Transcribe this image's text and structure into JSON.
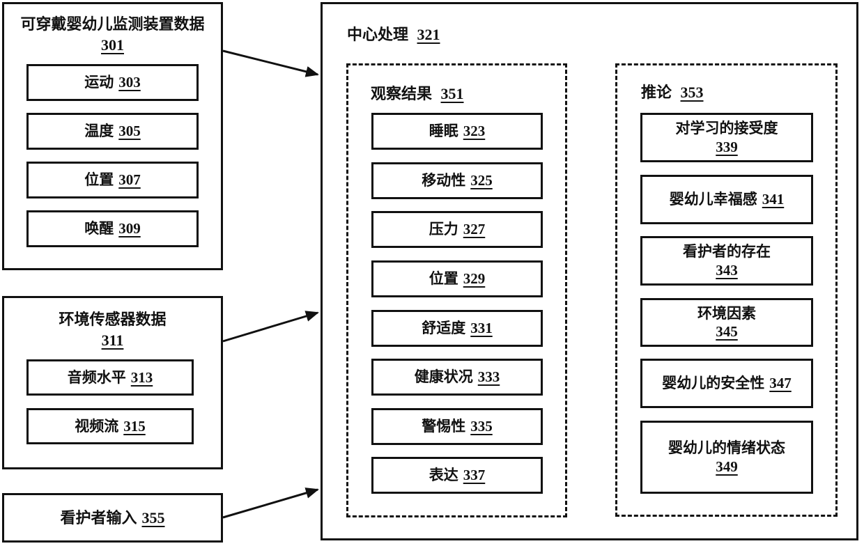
{
  "colors": {
    "ink": "#111111",
    "background": "#ffffff"
  },
  "diagram": {
    "wearable": {
      "title": "可穿戴婴幼儿监测装置数据",
      "num": "301",
      "items": [
        {
          "text": "运动",
          "num": "303"
        },
        {
          "text": "温度",
          "num": "305"
        },
        {
          "text": "位置",
          "num": "307"
        },
        {
          "text": "唤醒",
          "num": "309"
        }
      ]
    },
    "environment": {
      "title": "环境传感器数据",
      "num": "311",
      "items": [
        {
          "text": "音频水平",
          "num": "313"
        },
        {
          "text": "视频流",
          "num": "315"
        }
      ]
    },
    "caregiver_input": {
      "text": "看护者输入",
      "num": "355"
    },
    "central": {
      "title": "中心处理",
      "num": "321",
      "observations": {
        "title": "观察结果",
        "num": "351",
        "items": [
          {
            "text": "睡眠",
            "num": "323"
          },
          {
            "text": "移动性",
            "num": "325"
          },
          {
            "text": "压力",
            "num": "327"
          },
          {
            "text": "位置",
            "num": "329"
          },
          {
            "text": "舒适度",
            "num": "331"
          },
          {
            "text": "健康状况",
            "num": "333"
          },
          {
            "text": "警惕性",
            "num": "335"
          },
          {
            "text": "表达",
            "num": "337"
          }
        ]
      },
      "inferences": {
        "title": "推论",
        "num": "353",
        "items": [
          {
            "text": "对学习的接受度",
            "num": "339"
          },
          {
            "text": "婴幼儿幸福感",
            "num": "341"
          },
          {
            "text": "看护者的存在",
            "num": "343"
          },
          {
            "text": "环境因素",
            "num": "345"
          },
          {
            "text": "婴幼儿的安全性",
            "num": "347"
          },
          {
            "text": "婴幼儿的情绪状态",
            "num": "349"
          }
        ]
      }
    }
  }
}
